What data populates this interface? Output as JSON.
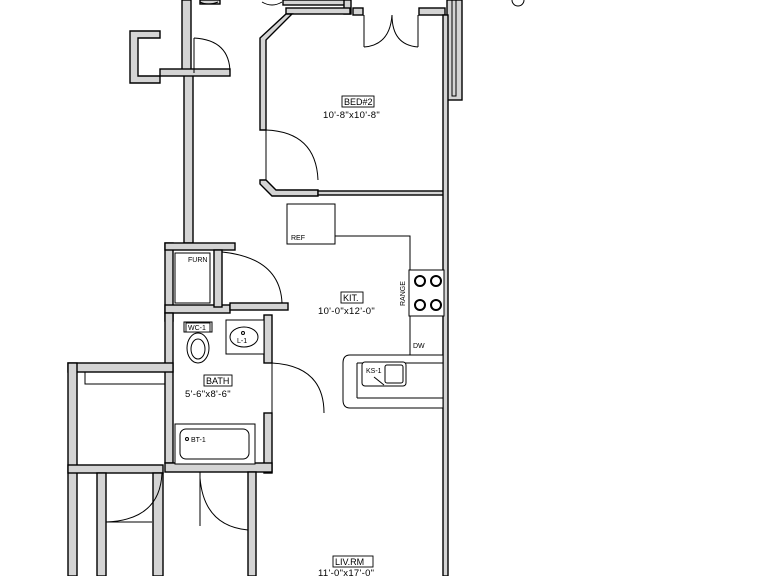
{
  "rooms": {
    "bed2": {
      "name": "BED#2",
      "dims": "10'-8\"x10'-8\""
    },
    "kitchen": {
      "name": "KIT.",
      "dims": "10'-0\"x12'-0\""
    },
    "bath": {
      "name": "BATH",
      "dims": "5'-6\"x8'-6\""
    },
    "living": {
      "name": "LIV.RM",
      "dims": "11'-0\"x17'-0\""
    }
  },
  "fixtures": {
    "ref": "REF",
    "furn": "FURN",
    "wc": "WC-1",
    "lav": "L-1",
    "tub": "BT-1",
    "range": "RANGE",
    "dw": "DW",
    "sink": "KS-1"
  }
}
